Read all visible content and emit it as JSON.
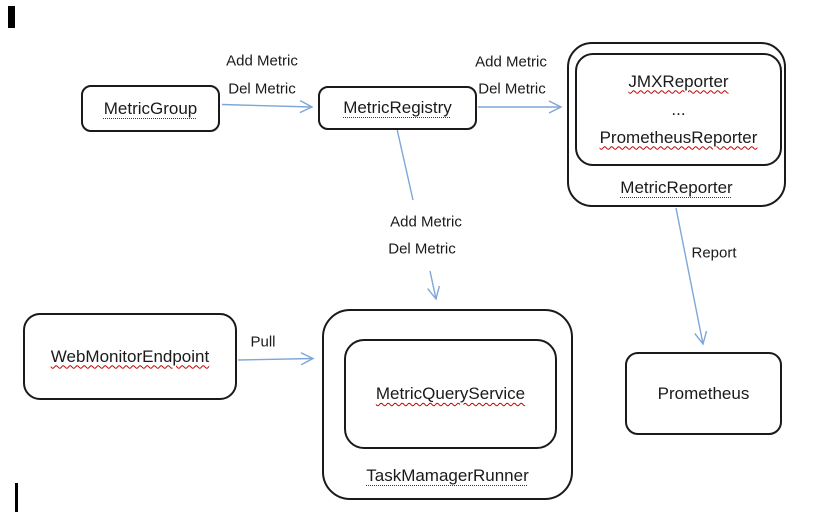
{
  "nodes": {
    "metric_group": "MetricGroup",
    "metric_registry": "MetricRegistry",
    "jmx_reporter": "JMXReporter",
    "reporter_ellipsis": "...",
    "prometheus_reporter": "PrometheusReporter",
    "metric_reporter": "MetricReporter",
    "web_monitor_endpoint": "WebMonitorEndpoint",
    "metric_query_service": "MetricQueryService",
    "task_manager_runner": "TaskMamagerRunner",
    "prometheus": "Prometheus"
  },
  "edge_labels": {
    "group_to_registry_add": "Add Metric",
    "group_to_registry_del": "Del Metric",
    "registry_to_reporter_add": "Add Metric",
    "registry_to_reporter_del": "Del Metric",
    "registry_to_query_add": "Add Metric",
    "registry_to_query_del": "Del Metric",
    "pull": "Pull",
    "report": "Report"
  },
  "colors": {
    "arrow": "#7ea6d8",
    "box_border": "#1a1a1a",
    "spellcheck_underline": "#c00000",
    "background": "#ffffff"
  }
}
